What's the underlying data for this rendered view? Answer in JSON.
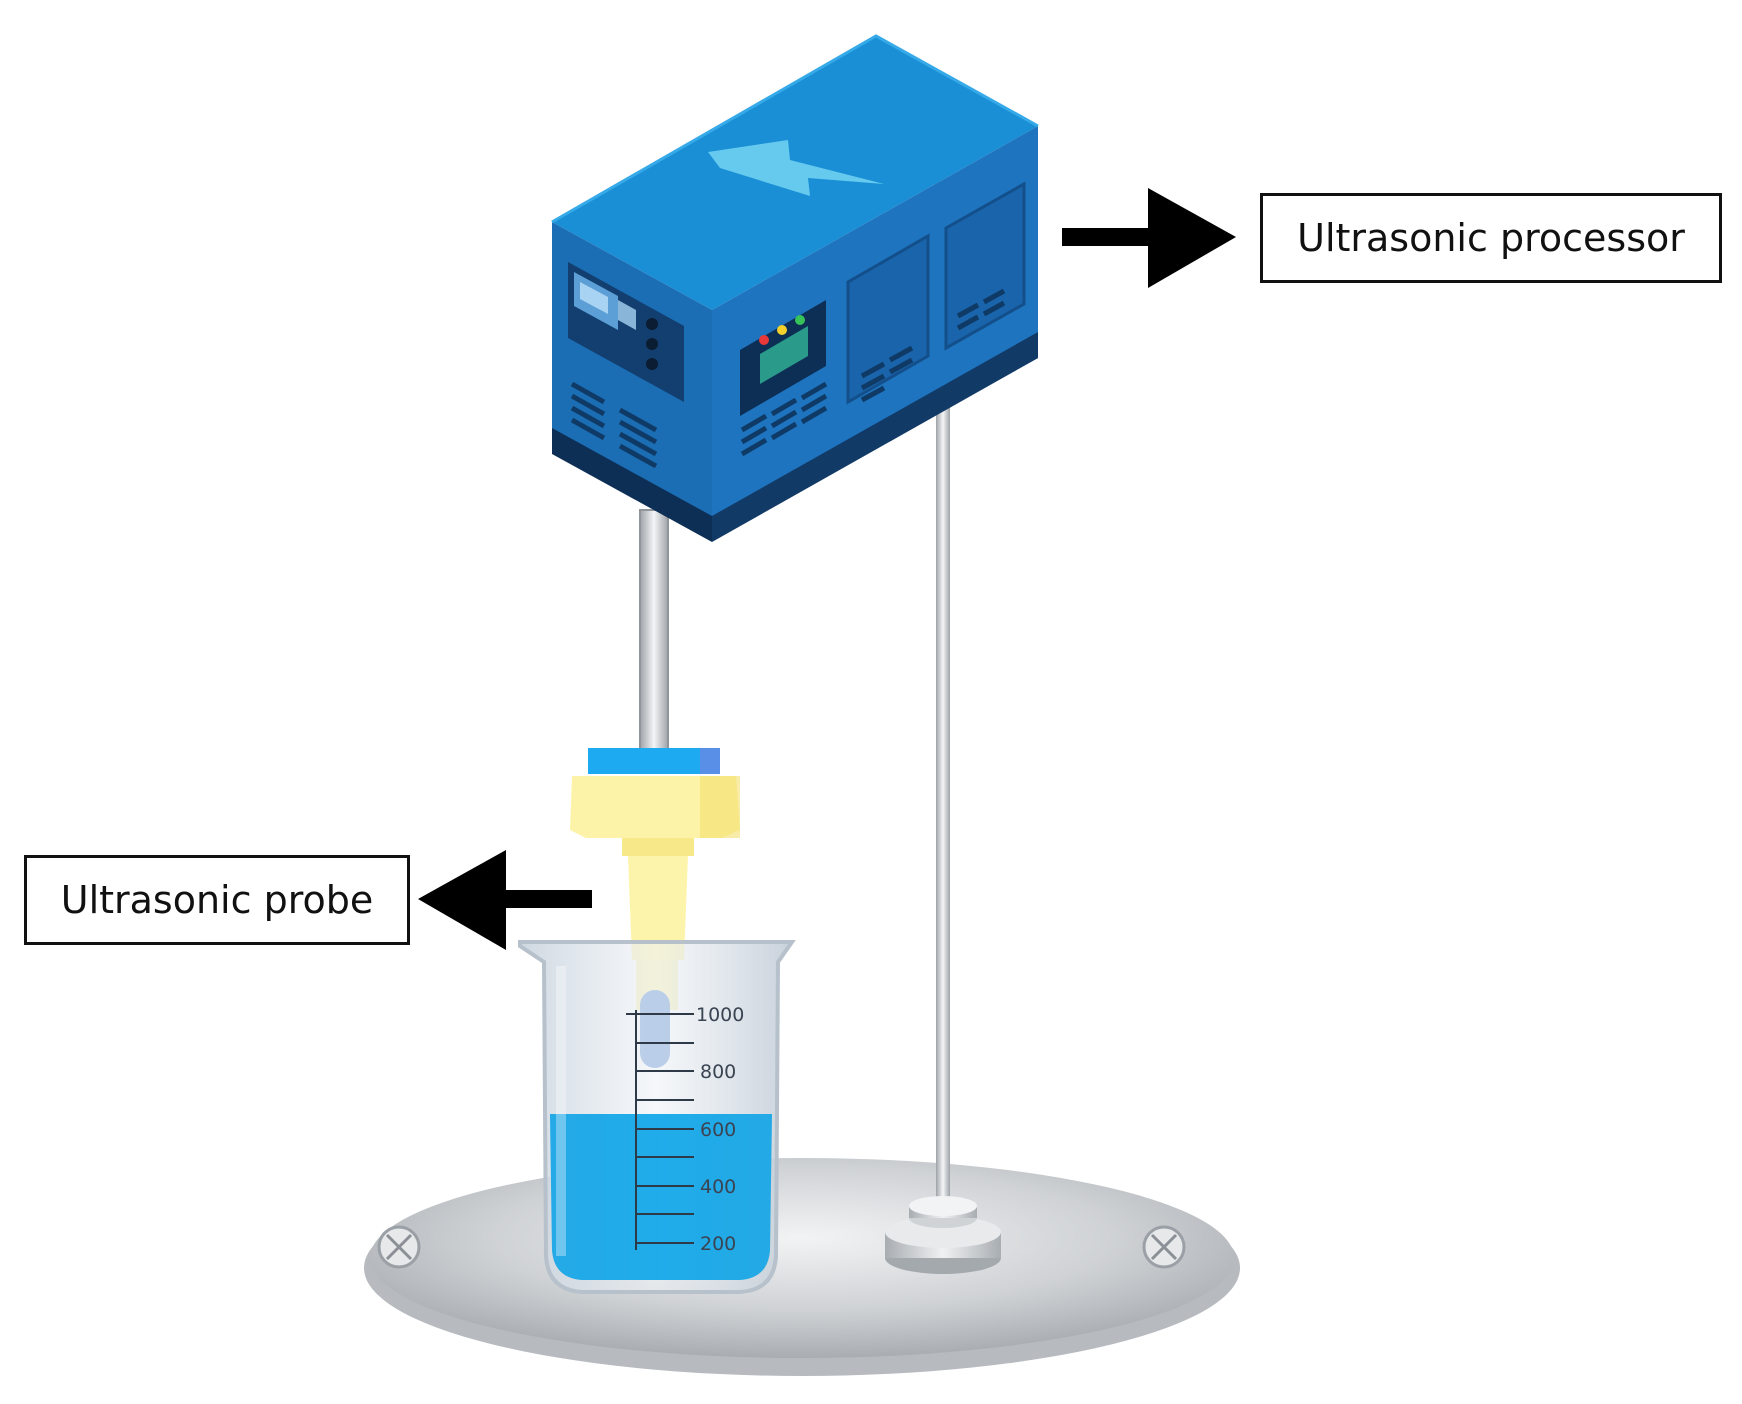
{
  "labels": {
    "processor": "Ultrasonic processor",
    "probe": "Ultrasonic probe"
  },
  "beaker": {
    "ticks": [
      "1000",
      "800",
      "600",
      "400",
      "200"
    ]
  },
  "colors": {
    "processor_body": "#1e6fb8",
    "processor_top": "#1a8fd6",
    "liquid": "#0aa3e8",
    "probe_holder": "#fdf3a8",
    "probe_cap": "#1eaaf0",
    "plate": "#c8cbcf"
  },
  "icons": [
    "lightning-bolt-icon",
    "screw-icon",
    "led-indicator-icon"
  ]
}
